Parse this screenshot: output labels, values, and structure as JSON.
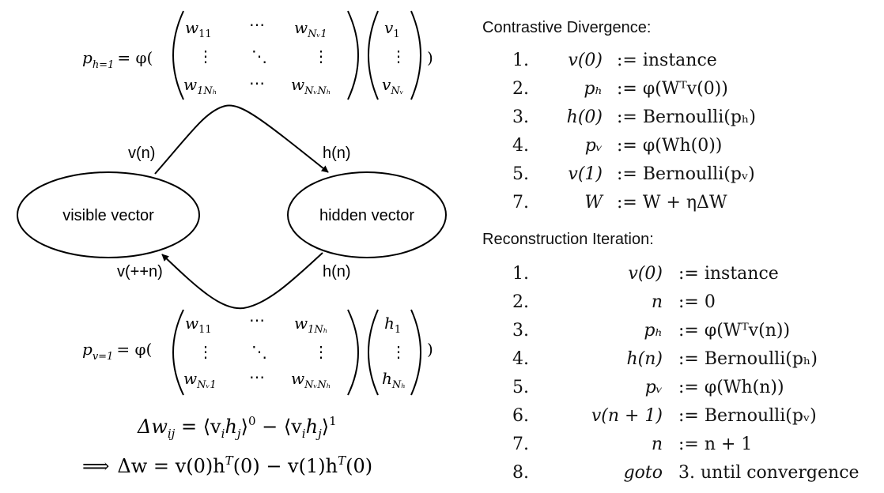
{
  "graph": {
    "nodes": [
      {
        "id": "visible",
        "label": "visible vector"
      },
      {
        "id": "hidden",
        "label": "hidden vector"
      }
    ],
    "edges": [
      {
        "from": "visible",
        "to": "hidden",
        "label_start": "v(n)",
        "label_end": "h(n)"
      },
      {
        "from": "hidden",
        "to": "visible",
        "label_start": "h(n)",
        "label_end": "v(++n)"
      }
    ]
  },
  "formulas": {
    "ph": {
      "lhs_base": "p",
      "lhs_sub": "h=1",
      "eq": "= φ(",
      "matrix": {
        "r1": [
          "w",
          "11",
          "⋯",
          "w",
          "Nᵥ1"
        ],
        "r2": [
          "⋮",
          "⋱",
          "⋮"
        ],
        "r3": [
          "w",
          "1Nₕ",
          "⋯",
          "w",
          "NᵥNₕ"
        ]
      },
      "vector": {
        "top_base": "v",
        "top_sub": "1",
        "mid": "⋮",
        "bot_base": "v",
        "bot_sub": "Nᵥ"
      },
      "close": ")"
    },
    "pv": {
      "lhs_base": "p",
      "lhs_sub": "v=1",
      "eq": "= φ(",
      "matrix": {
        "r1": [
          "w",
          "11",
          "⋯",
          "w",
          "1Nₕ"
        ],
        "r2": [
          "⋮",
          "⋱",
          "⋮"
        ],
        "r3": [
          "w",
          "Nᵥ1",
          "⋯",
          "w",
          "NᵥNₕ"
        ]
      },
      "vector": {
        "top_base": "h",
        "top_sub": "1",
        "mid": "⋮",
        "bot_base": "h",
        "bot_sub": "Nₕ"
      },
      "close": ")"
    },
    "delta1": {
      "lhs": "Δw",
      "lhs_sub": "ij",
      "mid": " = ⟨v",
      "i": "i",
      "h": "h",
      "j": "j",
      "sup0": "0",
      "minus": " − ⟨v",
      "sup1": "1"
    },
    "delta2": {
      "implies": "⟹",
      "text": "Δw = v(0)h",
      "T1": "T",
      "mid": "(0) − v(1)h",
      "T2": "T",
      "end": "(0)"
    }
  },
  "contrastive_divergence": {
    "title": "Contrastive Divergence:",
    "steps": [
      {
        "num": "1.",
        "lhs": "v(0)",
        "rhs": ":= instance"
      },
      {
        "num": "2.",
        "lhs": "pₕ",
        "rhs": ":= φ(Wᵀv(0))"
      },
      {
        "num": "3.",
        "lhs": "h(0)",
        "rhs": ":= Bernoulli(pₕ)"
      },
      {
        "num": "4.",
        "lhs": "pᵥ",
        "rhs": ":= φ(Wh(0))"
      },
      {
        "num": "5.",
        "lhs": "v(1)",
        "rhs": ":= Bernoulli(pᵥ)"
      },
      {
        "num": "7.",
        "lhs": "W",
        "rhs": ":= W + ηΔW"
      }
    ]
  },
  "reconstruction_iteration": {
    "title": "Reconstruction Iteration:",
    "steps": [
      {
        "num": "1.",
        "lhs": "v(0)",
        "rhs": ":= instance"
      },
      {
        "num": "2.",
        "lhs": "n",
        "rhs": ":= 0"
      },
      {
        "num": "3.",
        "lhs": "pₕ",
        "rhs": ":= φ(Wᵀv(n))"
      },
      {
        "num": "4.",
        "lhs": "h(n)",
        "rhs": ":= Bernoulli(pₕ)"
      },
      {
        "num": "5.",
        "lhs": "pᵥ",
        "rhs": ":= φ(Wh(n))"
      },
      {
        "num": "6.",
        "lhs": "v(n + 1)",
        "rhs": ":= Bernoulli(pᵥ)"
      },
      {
        "num": "7.",
        "lhs": "n",
        "rhs": ":= n + 1"
      },
      {
        "num": "8.",
        "lhs": "goto",
        "rhs": "3. until convergence"
      }
    ]
  }
}
